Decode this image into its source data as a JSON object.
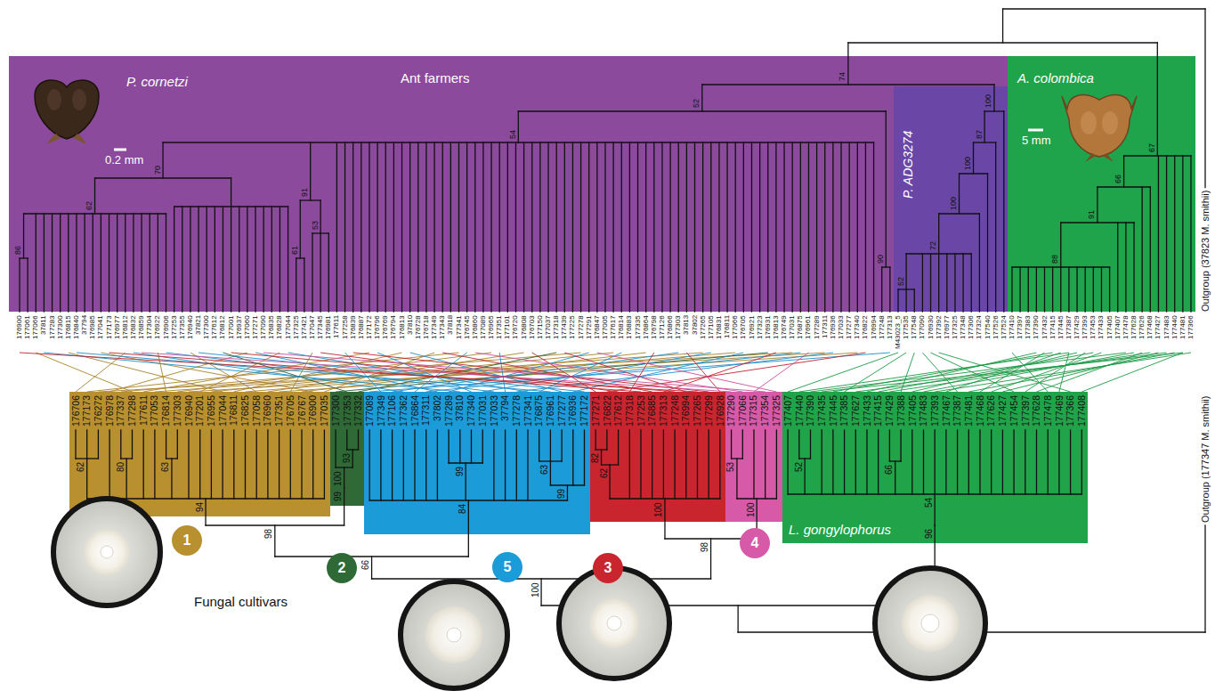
{
  "diagram": {
    "nodes": [
      {
        "text": [
          "Ant farmers",
          "P. cornetzi"
        ]
      },
      {
        "text": [
          "P. ADG3274"
        ],
        "in": 0
      },
      {
        "text": [
          "A. colombica"
        ]
      },
      {
        "text": [
          "176706",
          "177173",
          "176272",
          "176978",
          "177337",
          "177298",
          "177611",
          "177053",
          "176814",
          "177303",
          "176940",
          "177201",
          "176955",
          "177044",
          "176811",
          "176825",
          "177058",
          "176960",
          "177351",
          "176705",
          "176767",
          "176900",
          "177035"
        ]
      },
      {
        "text": [
          "177300",
          "177353",
          "177332"
        ]
      },
      {
        "text": [
          "177089",
          "177349",
          "177106",
          "177362",
          "176864",
          "177311",
          "37802",
          "177289",
          "37810",
          "177340",
          "177031",
          "177033",
          "37794",
          "177278",
          "177341",
          "176875",
          "176961",
          "177277",
          "176936",
          "177172"
        ]
      },
      {
        "text": [
          "177271",
          "176822",
          "177612",
          "177318",
          "177253",
          "176885",
          "177313",
          "177248",
          "176994",
          "177265",
          "177299",
          "176928"
        ]
      },
      {
        "text": [
          "177290",
          "177066",
          "177315",
          "177354",
          "177325"
        ]
      },
      {
        "text": [
          "177407",
          "177440",
          "177390",
          "177435",
          "177445",
          "177385",
          "177627",
          "177433",
          "177415",
          "177429",
          "177388",
          "177405",
          "177483",
          "177393",
          "177467",
          "177387",
          "177481",
          "177468",
          "177626",
          "177427",
          "177454",
          "177397",
          "177628",
          "177478",
          "177469",
          "177366",
          "177408",
          "L. gongylophorus"
        ]
      },
      {
        "text": [
          "1"
        ]
      },
      {
        "text": [
          "2"
        ]
      },
      {
        "text": [
          "5"
        ]
      },
      {
        "text": [
          "3"
        ]
      },
      {
        "text": [
          "4"
        ]
      }
    ],
    "labels": [
      "176900",
      "177061",
      "177066",
      "37811",
      "177283",
      "177300",
      "176815",
      "176840",
      "37794",
      "176985",
      "177041",
      "177173",
      "176977",
      "176812",
      "176832",
      "176859",
      "177304",
      "176922",
      "176906",
      "177253",
      "177355",
      "176940",
      "37821",
      "177300",
      "177612",
      "176812",
      "177001",
      "176937",
      "177060",
      "177271",
      "177090",
      "176835",
      "176828",
      "177044",
      "177325",
      "177421",
      "177047",
      "177345",
      "176981",
      "177611",
      "177258",
      "176839",
      "176887",
      "177172",
      "176796",
      "176769",
      "176794",
      "176813",
      "37810",
      "176728",
      "176718",
      "177349",
      "177343",
      "37818",
      "177341",
      "176745",
      "176860",
      "177089",
      "176965",
      "177351",
      "177101",
      "176720",
      "176808",
      "176703",
      "177150",
      "177037",
      "177318",
      "177439",
      "177225",
      "177278",
      "177291",
      "176847",
      "177005",
      "177617",
      "176814",
      "176883",
      "177335",
      "176864",
      "176798",
      "177126",
      "176866",
      "177303",
      "37813",
      "37802",
      "177265",
      "177105",
      "176831",
      "176811",
      "177066",
      "176705",
      "176921",
      "177323",
      "176931",
      "176813",
      "176749",
      "177031",
      "176875",
      "176961",
      "177289",
      "177311",
      "176936",
      "177033",
      "177277",
      "177340",
      "176822",
      "176994",
      "177248",
      "177313",
      "M43023_5",
      "177535",
      "177548",
      "177090",
      "176930",
      "177392",
      "176977",
      "177325",
      "177348",
      "177306",
      "177324",
      "177540",
      "177526",
      "177524",
      "177410",
      "177397",
      "177383",
      "177390",
      "177432",
      "177415",
      "177445",
      "177387",
      "177429",
      "177393",
      "177453",
      "177433",
      "177405",
      "177407",
      "177478",
      "177628",
      "177626",
      "177468",
      "177427",
      "177483",
      "177440",
      "177481",
      "177366",
      "0.2 mm",
      "5 mm",
      "Outgroup (37823 M. smithii)",
      "74",
      "52",
      "54",
      "70",
      "62",
      "86",
      "91",
      "61",
      "53",
      "90",
      "100",
      "87",
      "100",
      "100",
      "72",
      "52",
      "67",
      "66",
      "91",
      "88",
      "62",
      "80",
      "63",
      "94",
      "93",
      "100",
      "99",
      "98",
      "99",
      "63",
      "99",
      "84",
      "66",
      "82",
      "62",
      "100",
      "53",
      "100",
      "98",
      "100",
      "52",
      "66",
      "54",
      "96",
      "Fungal cultivars",
      "Outgroup (177347 M. smithii)"
    ]
  }
}
